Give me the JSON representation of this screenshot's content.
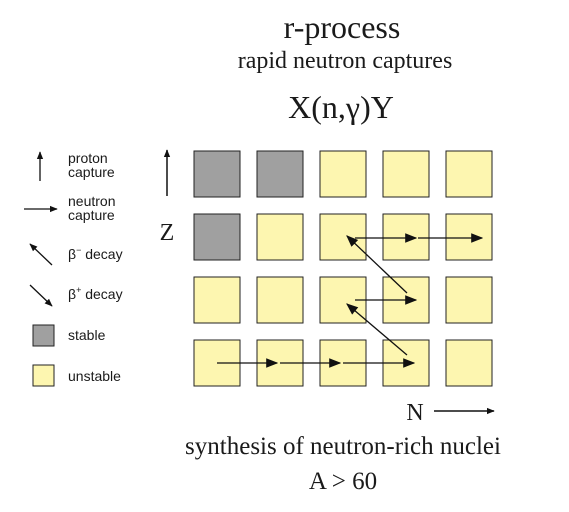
{
  "title": "r-process",
  "subtitle": "rapid neutron captures",
  "reaction": "X(n,γ)Y",
  "axis": {
    "z_label": "Z",
    "n_label": "N"
  },
  "footer": {
    "line1": "synthesis of neutron-rich nuclei",
    "line2": "A > 60"
  },
  "legend": {
    "proton_line1": "proton",
    "proton_line2": "capture",
    "neutron_line1": "neutron",
    "neutron_line2": "capture",
    "beta_minus_prefix": "β",
    "beta_minus_sup": "−",
    "beta_minus_suffix": " decay",
    "beta_plus_prefix": "β",
    "beta_plus_sup": "+",
    "beta_plus_suffix": " decay",
    "stable": "stable",
    "unstable": "unstable"
  },
  "colors": {
    "stable": "#a0a0a0",
    "unstable": "#fdf6b0",
    "border": "#222222",
    "arrow": "#111111"
  },
  "grid": {
    "rows": [
      [
        "stable",
        "stable",
        "unstable",
        "unstable",
        "unstable"
      ],
      [
        "stable",
        "unstable",
        "unstable",
        "unstable",
        "unstable"
      ],
      [
        "unstable",
        "unstable",
        "unstable",
        "unstable",
        "unstable"
      ],
      [
        "unstable",
        "unstable",
        "unstable",
        "unstable",
        "unstable"
      ]
    ]
  }
}
